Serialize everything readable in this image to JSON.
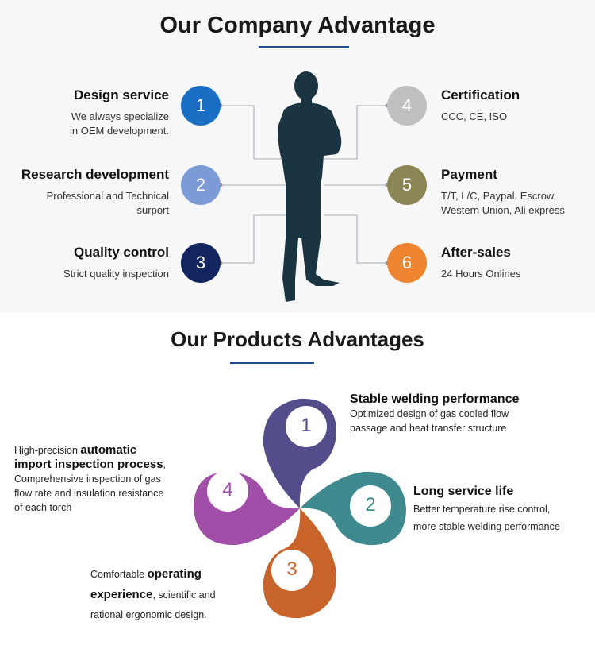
{
  "company": {
    "title": "Our Company Advantage",
    "items": [
      {
        "num": "1",
        "title": "Design service",
        "desc": [
          "We always specialize",
          "in OEM development."
        ],
        "color": "#1a6fc4"
      },
      {
        "num": "2",
        "title": "Research development",
        "desc": [
          "Professional and Technical",
          "surport"
        ],
        "color": "#7b9ad6"
      },
      {
        "num": "3",
        "title": "Quality control",
        "desc": [
          "Strict quality inspection"
        ],
        "color": "#13255e"
      },
      {
        "num": "4",
        "title": "Certification",
        "desc": [
          "CCC, CE, ISO"
        ],
        "color": "#bfbfbf"
      },
      {
        "num": "5",
        "title": "Payment",
        "desc": [
          "T/T, L/C, Paypal, Escrow,",
          "Western Union, Ali express"
        ],
        "color": "#8a8656"
      },
      {
        "num": "6",
        "title": "After-sales",
        "desc": [
          "24 Hours Onlines"
        ],
        "color": "#ef8430"
      }
    ]
  },
  "products": {
    "title": "Our Products Advantages",
    "items": [
      {
        "num": "1",
        "color": "#534d8c",
        "title": "Stable welding performance",
        "lines": [
          "Optimized design of gas cooled flow",
          "passage and heat transfer structure"
        ]
      },
      {
        "num": "2",
        "color": "#3f8a8e",
        "title": "Long service life",
        "lines": [
          "Better temperature rise control,",
          "more stable welding performance"
        ]
      },
      {
        "num": "3",
        "color": "#c8642a",
        "pre1": "Comfortable ",
        "bold1": "operating",
        "bold2": "experience",
        "post2": ", scientific and",
        "line3": "rational ergonomic design."
      },
      {
        "num": "4",
        "color": "#a04ea8",
        "pre1": "High-precision ",
        "bold1": "automatic",
        "bold2": "import inspection process",
        "post2": ",",
        "line3": "Comprehensive inspection of gas",
        "line4": "flow rate and insulation resistance",
        "line5": "of each torch"
      }
    ]
  },
  "colors": {
    "rule": "#1f4e8c",
    "silhouette": "#1b3442",
    "connector": "#b8b8c4"
  }
}
